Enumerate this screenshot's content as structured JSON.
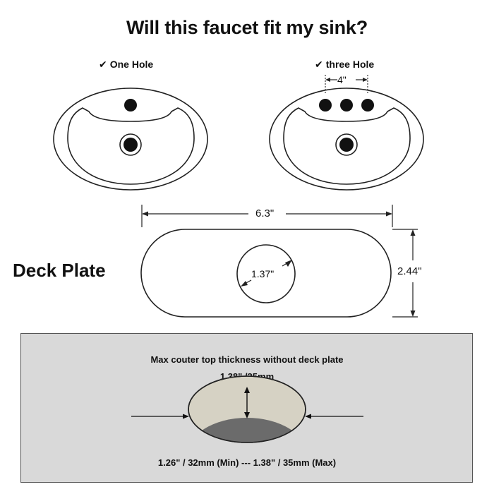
{
  "title": "Will this faucet fit my sink?",
  "sinks": [
    {
      "label": "One Hole",
      "check_icon": "checkmark-icon"
    },
    {
      "label": "three Hole",
      "check_icon": "checkmark-icon",
      "spacing": "4\""
    }
  ],
  "deck_plate": {
    "label": "Deck Plate",
    "width": "6.3\"",
    "height": "2.44\"",
    "hole_diameter": "1.37\""
  },
  "countertop": {
    "heading": "Max couter top thickness without deck plate",
    "max_thickness": "1.38\" /35mm",
    "range": "1.26\" / 32mm (Min) --- 1.38\" / 35mm (Max)"
  },
  "colors": {
    "line": "#222222",
    "panel_bg": "#d9d9d9",
    "hole_light": "#d6d2c4",
    "hole_dark": "#6b6b6b"
  }
}
